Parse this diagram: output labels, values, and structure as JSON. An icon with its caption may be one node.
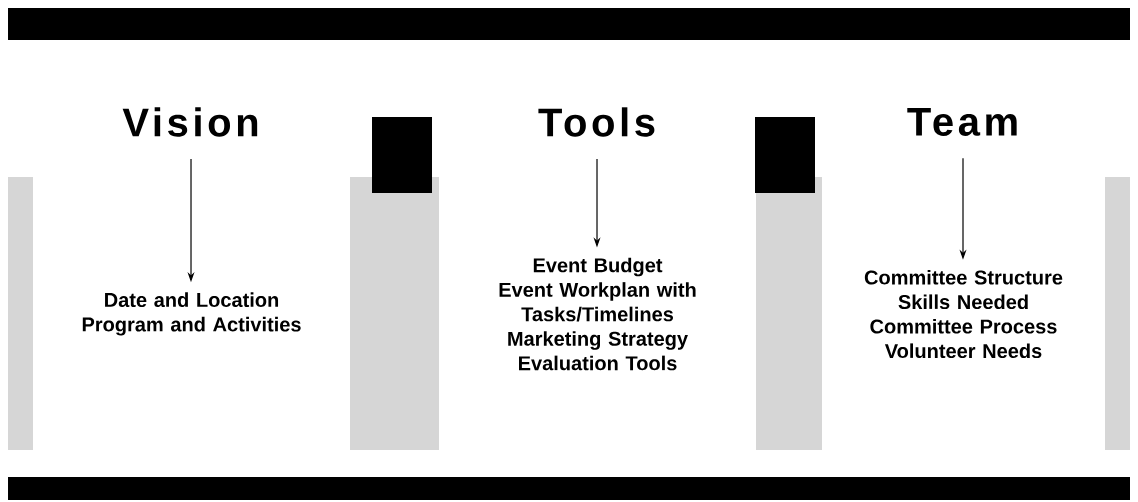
{
  "diagram": {
    "nodes": [
      {
        "text": [],
        "shape": "bar"
      },
      {
        "text": [
          "Vision"
        ]
      },
      {
        "text": [],
        "shape": "bar"
      },
      {
        "text": [
          "Tools"
        ]
      },
      {
        "text": [],
        "shape": "bar"
      },
      {
        "text": [
          "Team"
        ]
      },
      {
        "text": [
          "Date and Location",
          "Program and Activities"
        ]
      },
      {
        "text": [
          "Event Budget",
          "Event Workplan with Tasks/Timelines",
          "Marketing Strategy",
          "Evaluation Tools"
        ]
      },
      {
        "text": [
          "Committee Structure",
          "Skills Needed",
          "Committee Process",
          "Volunteer Needs"
        ]
      },
      {
        "text": [],
        "shape": "bar"
      }
    ],
    "edges": [
      {
        "from": 1,
        "to": 6,
        "arrow": "to"
      },
      {
        "from": 3,
        "to": 7,
        "arrow": "to"
      },
      {
        "from": 5,
        "to": 8,
        "arrow": "to"
      }
    ]
  }
}
